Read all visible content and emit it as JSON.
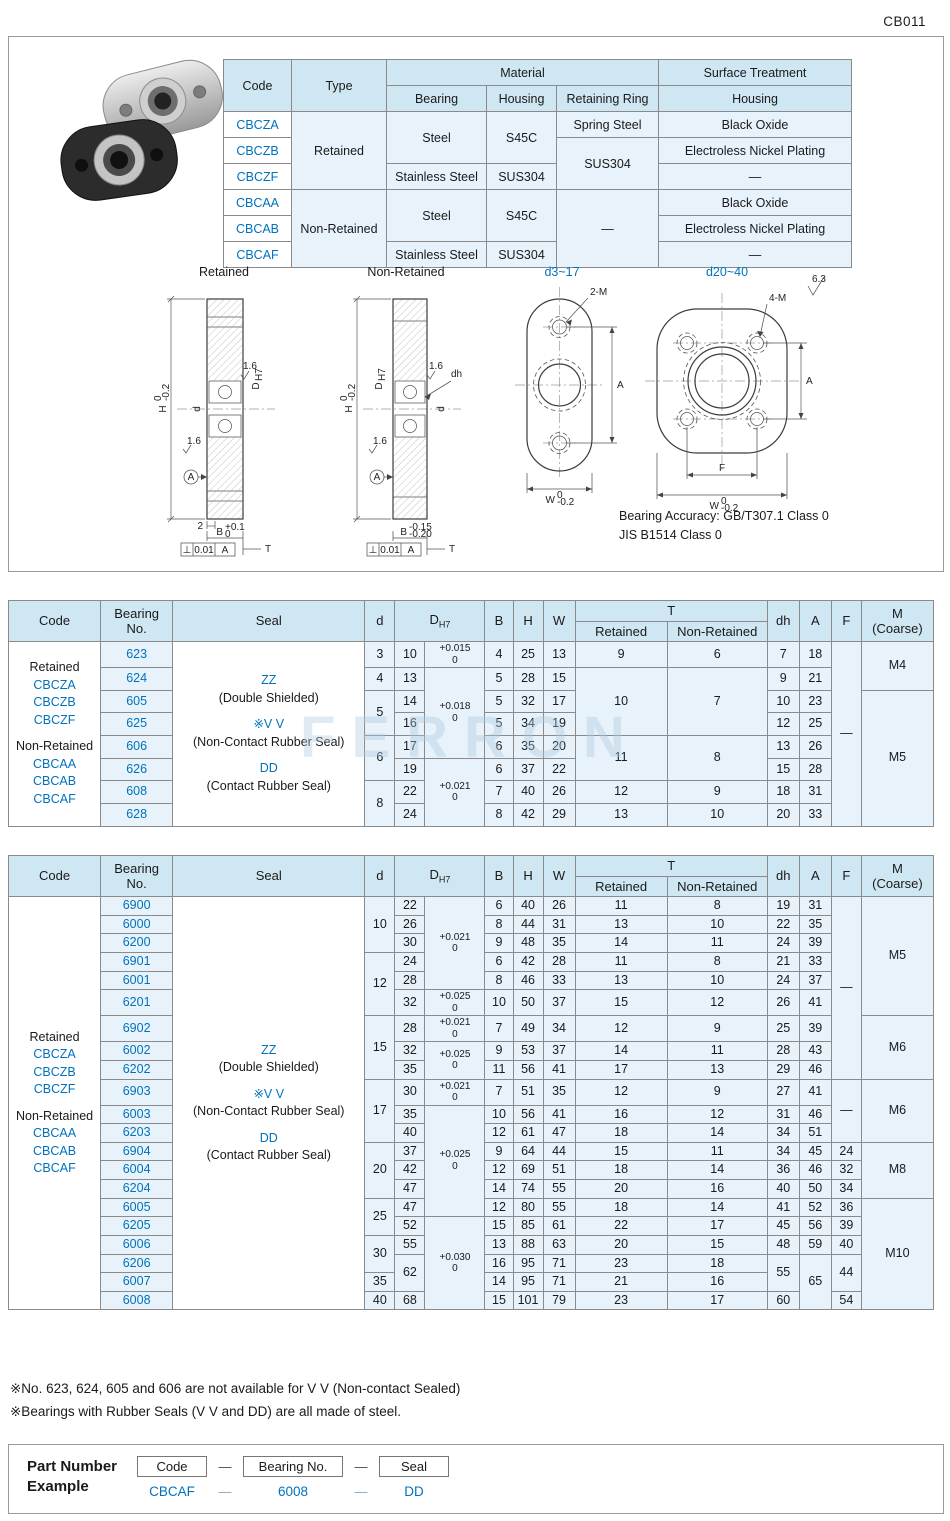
{
  "page": {
    "code": "CB011",
    "watermark": "FERRON"
  },
  "spec_table": {
    "headers": {
      "code": "Code",
      "type": "Type",
      "material": "Material",
      "bearing": "Bearing",
      "housing": "Housing",
      "retaining_ring": "Retaining Ring",
      "surface_treatment": "Surface Treatment",
      "housing2": "Housing"
    },
    "codes": [
      "CBCZA",
      "CBCZB",
      "CBCZF",
      "CBCAA",
      "CBCAB",
      "CBCAF"
    ],
    "values": {
      "retained": "Retained",
      "non_retained": "Non-Retained",
      "steel": "Steel",
      "stainless_steel": "Stainless Steel",
      "s45c": "S45C",
      "sus304": "SUS304",
      "spring_steel": "Spring Steel",
      "black_oxide": "Black Oxide",
      "enp": "Electroless Nickel Plating",
      "dash": "—"
    }
  },
  "drawings": {
    "label_retained": "Retained",
    "label_non_retained": "Non-Retained",
    "label_small": "d3~17",
    "label_large": "d20~40",
    "roughness": "6.3",
    "m2": "2-M",
    "m4": "4-M",
    "dim": {
      "H": "H",
      "H_sup": "0",
      "H_sub": "-0.2",
      "d": "d",
      "D": "D",
      "D_sub": "H7",
      "dh": "dh",
      "B": "B",
      "B1_sup": "+0.1",
      "B1_sub": "0",
      "B2_sup": "-0.15",
      "B2_sub": "-0.20",
      "T": "T",
      "two": "2",
      "A": "A",
      "F": "F",
      "W": "W",
      "W_sup": "0",
      "W_sub": "-0.2",
      "perp": "⊥",
      "runout": "0.01",
      "datum": "A",
      "r16": "1.6"
    },
    "accuracy1": "Bearing Accuracy: GB/T307.1 Class 0",
    "accuracy2": "JIS B1514 Class 0"
  },
  "dim_headers": {
    "code": "Code",
    "bearing_no": "Bearing No.",
    "seal": "Seal",
    "d": "d",
    "D_main": "D",
    "D_sub": "H7",
    "B": "B",
    "H": "H",
    "W": "W",
    "T": "T",
    "retained": "Retained",
    "non_retained": "Non-Retained",
    "dh": "dh",
    "A": "A",
    "F": "F",
    "M1": "M",
    "M2": "(Coarse)"
  },
  "dim_common": {
    "code_block": [
      {
        "t": "Retained"
      },
      {
        "t": "CBCZA",
        "cls": "blue"
      },
      {
        "t": "CBCZB",
        "cls": "blue"
      },
      {
        "t": "CBCZF",
        "cls": "blue"
      },
      {
        "t": "",
        "sp": true
      },
      {
        "t": "Non-Retained"
      },
      {
        "t": "CBCAA",
        "cls": "blue"
      },
      {
        "t": "CBCAB",
        "cls": "blue"
      },
      {
        "t": "CBCAF",
        "cls": "blue"
      }
    ],
    "seal_block": [
      {
        "t": "ZZ",
        "cls": "blue"
      },
      {
        "t": "(Double Shielded)"
      },
      {
        "t": "",
        "sp": true
      },
      {
        "t": "※V V",
        "cls": "blue"
      },
      {
        "t": "(Non-Contact Rubber Seal)"
      },
      {
        "t": "",
        "sp": true
      },
      {
        "t": "DD",
        "cls": "blue"
      },
      {
        "t": "(Contact Rubber Seal)"
      }
    ]
  },
  "table_small": {
    "rows": [
      [
        {
          "ref": "code_block",
          "rs": 8,
          "name": "code-cell"
        },
        {
          "t": "623",
          "cls": "blue"
        },
        {
          "ref": "seal_block",
          "rs": 8,
          "name": "seal-cell"
        },
        {
          "t": "3"
        },
        {
          "t": "10"
        },
        {
          "two": [
            "+0.015",
            "0"
          ]
        },
        {
          "t": "4"
        },
        {
          "t": "25"
        },
        {
          "t": "13"
        },
        {
          "t": "9"
        },
        {
          "t": "6"
        },
        {
          "t": "7"
        },
        {
          "t": "18"
        },
        {
          "t": "—",
          "rs": 8
        },
        {
          "t": "M4",
          "rs": 2
        }
      ],
      [
        {
          "t": "624",
          "cls": "blue"
        },
        {
          "t": "4"
        },
        {
          "t": "13"
        },
        {
          "two": [
            "+0.018",
            "0"
          ],
          "rs": 4
        },
        {
          "t": "5"
        },
        {
          "t": "28"
        },
        {
          "t": "15"
        },
        {
          "t": "10",
          "rs": 3
        },
        {
          "t": "7",
          "rs": 3
        },
        {
          "t": "9"
        },
        {
          "t": "21"
        }
      ],
      [
        {
          "t": "605",
          "cls": "blue"
        },
        {
          "t": "5",
          "rs": 2
        },
        {
          "t": "14"
        },
        {
          "t": "5"
        },
        {
          "t": "32"
        },
        {
          "t": "17"
        },
        {
          "t": "10"
        },
        {
          "t": "23"
        },
        {
          "t": "M5",
          "rs": 6
        }
      ],
      [
        {
          "t": "625",
          "cls": "blue"
        },
        {
          "t": "16"
        },
        {
          "t": "5"
        },
        {
          "t": "34"
        },
        {
          "t": "19"
        },
        {
          "t": "12"
        },
        {
          "t": "25"
        }
      ],
      [
        {
          "t": "606",
          "cls": "blue"
        },
        {
          "t": "6",
          "rs": 2
        },
        {
          "t": "17"
        },
        {
          "t": "6"
        },
        {
          "t": "35"
        },
        {
          "t": "20"
        },
        {
          "t": "11",
          "rs": 2
        },
        {
          "t": "8",
          "rs": 2
        },
        {
          "t": "13"
        },
        {
          "t": "26"
        }
      ],
      [
        {
          "t": "626",
          "cls": "blue"
        },
        {
          "t": "19"
        },
        {
          "two": [
            "+0.021",
            "0"
          ],
          "rs": 3
        },
        {
          "t": "6"
        },
        {
          "t": "37"
        },
        {
          "t": "22"
        },
        {
          "t": "15"
        },
        {
          "t": "28"
        }
      ],
      [
        {
          "t": "608",
          "cls": "blue"
        },
        {
          "t": "8",
          "rs": 2
        },
        {
          "t": "22"
        },
        {
          "t": "7"
        },
        {
          "t": "40"
        },
        {
          "t": "26"
        },
        {
          "t": "12"
        },
        {
          "t": "9"
        },
        {
          "t": "18"
        },
        {
          "t": "31"
        }
      ],
      [
        {
          "t": "628",
          "cls": "blue"
        },
        {
          "t": "24"
        },
        {
          "t": "8"
        },
        {
          "t": "42"
        },
        {
          "t": "29"
        },
        {
          "t": "13"
        },
        {
          "t": "10"
        },
        {
          "t": "20"
        },
        {
          "t": "33"
        }
      ]
    ]
  },
  "table_large": {
    "rows": [
      [
        {
          "ref": "code_block",
          "rs": 21,
          "name": "code-cell"
        },
        {
          "t": "6900",
          "cls": "blue"
        },
        {
          "ref": "seal_block",
          "rs": 21,
          "name": "seal-cell"
        },
        {
          "t": "10",
          "rs": 3
        },
        {
          "t": "22"
        },
        {
          "two": [
            "+0.021",
            "0"
          ],
          "rs": 5
        },
        {
          "t": "6"
        },
        {
          "t": "40"
        },
        {
          "t": "26"
        },
        {
          "t": "11"
        },
        {
          "t": "8"
        },
        {
          "t": "19"
        },
        {
          "t": "31"
        },
        {
          "t": "—",
          "rs": 9
        },
        {
          "t": "M5",
          "rs": 6
        }
      ],
      [
        {
          "t": "6000",
          "cls": "blue"
        },
        {
          "t": "26"
        },
        {
          "t": "8"
        },
        {
          "t": "44"
        },
        {
          "t": "31"
        },
        {
          "t": "13"
        },
        {
          "t": "10"
        },
        {
          "t": "22"
        },
        {
          "t": "35"
        }
      ],
      [
        {
          "t": "6200",
          "cls": "blue"
        },
        {
          "t": "30"
        },
        {
          "t": "9"
        },
        {
          "t": "48"
        },
        {
          "t": "35"
        },
        {
          "t": "14"
        },
        {
          "t": "11"
        },
        {
          "t": "24"
        },
        {
          "t": "39"
        }
      ],
      [
        {
          "t": "6901",
          "cls": "blue"
        },
        {
          "t": "12",
          "rs": 3
        },
        {
          "t": "24"
        },
        {
          "t": "6"
        },
        {
          "t": "42"
        },
        {
          "t": "28"
        },
        {
          "t": "11"
        },
        {
          "t": "8"
        },
        {
          "t": "21"
        },
        {
          "t": "33"
        }
      ],
      [
        {
          "t": "6001",
          "cls": "blue"
        },
        {
          "t": "28"
        },
        {
          "t": "8"
        },
        {
          "t": "46"
        },
        {
          "t": "33"
        },
        {
          "t": "13"
        },
        {
          "t": "10"
        },
        {
          "t": "24"
        },
        {
          "t": "37"
        }
      ],
      [
        {
          "t": "6201",
          "cls": "blue"
        },
        {
          "t": "32"
        },
        {
          "two": [
            "+0.025",
            "0"
          ]
        },
        {
          "t": "10"
        },
        {
          "t": "50"
        },
        {
          "t": "37"
        },
        {
          "t": "15"
        },
        {
          "t": "12"
        },
        {
          "t": "26"
        },
        {
          "t": "41"
        }
      ],
      [
        {
          "t": "6902",
          "cls": "blue"
        },
        {
          "t": "15",
          "rs": 3
        },
        {
          "t": "28"
        },
        {
          "two": [
            "+0.021",
            "0"
          ]
        },
        {
          "t": "7"
        },
        {
          "t": "49"
        },
        {
          "t": "34"
        },
        {
          "t": "12"
        },
        {
          "t": "9"
        },
        {
          "t": "25"
        },
        {
          "t": "39"
        },
        {
          "t": "M6",
          "rs": 3
        }
      ],
      [
        {
          "t": "6002",
          "cls": "blue"
        },
        {
          "t": "32"
        },
        {
          "two": [
            "+0.025",
            "0"
          ],
          "rs": 2
        },
        {
          "t": "9"
        },
        {
          "t": "53"
        },
        {
          "t": "37"
        },
        {
          "t": "14"
        },
        {
          "t": "11"
        },
        {
          "t": "28"
        },
        {
          "t": "43"
        }
      ],
      [
        {
          "t": "6202",
          "cls": "blue"
        },
        {
          "t": "35"
        },
        {
          "t": "11"
        },
        {
          "t": "56"
        },
        {
          "t": "41"
        },
        {
          "t": "17"
        },
        {
          "t": "13"
        },
        {
          "t": "29"
        },
        {
          "t": "46"
        }
      ],
      [
        {
          "t": "6903",
          "cls": "blue"
        },
        {
          "t": "17",
          "rs": 3
        },
        {
          "t": "30"
        },
        {
          "two": [
            "+0.021",
            "0"
          ]
        },
        {
          "t": "7"
        },
        {
          "t": "51"
        },
        {
          "t": "35"
        },
        {
          "t": "12"
        },
        {
          "t": "9"
        },
        {
          "t": "27"
        },
        {
          "t": "41"
        },
        {
          "t": "—",
          "rs": 3
        },
        {
          "t": "M6",
          "rs": 3
        }
      ],
      [
        {
          "t": "6003",
          "cls": "blue"
        },
        {
          "t": "35"
        },
        {
          "two": [
            "+0.025",
            "0"
          ],
          "rs": 6
        },
        {
          "t": "10"
        },
        {
          "t": "56"
        },
        {
          "t": "41"
        },
        {
          "t": "16"
        },
        {
          "t": "12"
        },
        {
          "t": "31"
        },
        {
          "t": "46"
        }
      ],
      [
        {
          "t": "6203",
          "cls": "blue"
        },
        {
          "t": "40"
        },
        {
          "t": "12"
        },
        {
          "t": "61"
        },
        {
          "t": "47"
        },
        {
          "t": "18"
        },
        {
          "t": "14"
        },
        {
          "t": "34"
        },
        {
          "t": "51"
        }
      ],
      [
        {
          "t": "6904",
          "cls": "blue"
        },
        {
          "t": "20",
          "rs": 3
        },
        {
          "t": "37"
        },
        {
          "t": "9"
        },
        {
          "t": "64"
        },
        {
          "t": "44"
        },
        {
          "t": "15"
        },
        {
          "t": "11"
        },
        {
          "t": "34"
        },
        {
          "t": "45"
        },
        {
          "t": "24"
        },
        {
          "t": "M8",
          "rs": 3
        }
      ],
      [
        {
          "t": "6004",
          "cls": "blue"
        },
        {
          "t": "42"
        },
        {
          "t": "12"
        },
        {
          "t": "69"
        },
        {
          "t": "51"
        },
        {
          "t": "18"
        },
        {
          "t": "14"
        },
        {
          "t": "36"
        },
        {
          "t": "46"
        },
        {
          "t": "32"
        }
      ],
      [
        {
          "t": "6204",
          "cls": "blue"
        },
        {
          "t": "47"
        },
        {
          "t": "14"
        },
        {
          "t": "74"
        },
        {
          "t": "55"
        },
        {
          "t": "20"
        },
        {
          "t": "16"
        },
        {
          "t": "40"
        },
        {
          "t": "50"
        },
        {
          "t": "34"
        }
      ],
      [
        {
          "t": "6005",
          "cls": "blue"
        },
        {
          "t": "25",
          "rs": 2
        },
        {
          "t": "47"
        },
        {
          "t": "12"
        },
        {
          "t": "80"
        },
        {
          "t": "55"
        },
        {
          "t": "18"
        },
        {
          "t": "14"
        },
        {
          "t": "41"
        },
        {
          "t": "52"
        },
        {
          "t": "36"
        },
        {
          "t": "M10",
          "rs": 6
        }
      ],
      [
        {
          "t": "6205",
          "cls": "blue"
        },
        {
          "t": "52"
        },
        {
          "two": [
            "+0.030",
            "0"
          ],
          "rs": 5
        },
        {
          "t": "15"
        },
        {
          "t": "85"
        },
        {
          "t": "61"
        },
        {
          "t": "22"
        },
        {
          "t": "17"
        },
        {
          "t": "45"
        },
        {
          "t": "56"
        },
        {
          "t": "39"
        }
      ],
      [
        {
          "t": "6006",
          "cls": "blue"
        },
        {
          "t": "30",
          "rs": 2
        },
        {
          "t": "55"
        },
        {
          "t": "13"
        },
        {
          "t": "88"
        },
        {
          "t": "63"
        },
        {
          "t": "20"
        },
        {
          "t": "15"
        },
        {
          "t": "48"
        },
        {
          "t": "59"
        },
        {
          "t": "40"
        }
      ],
      [
        {
          "t": "6206",
          "cls": "blue"
        },
        {
          "t": "62",
          "rs": 2
        },
        {
          "t": "16"
        },
        {
          "t": "95"
        },
        {
          "t": "71"
        },
        {
          "t": "23"
        },
        {
          "t": "18"
        },
        {
          "t": "55",
          "rs": 2
        },
        {
          "t": "65",
          "rs": 3
        },
        {
          "t": "44",
          "rs": 2
        }
      ],
      [
        {
          "t": "6007",
          "cls": "blue"
        },
        {
          "t": "35"
        },
        {
          "t": "14"
        },
        {
          "t": "95"
        },
        {
          "t": "71"
        },
        {
          "t": "21"
        },
        {
          "t": "16"
        }
      ],
      [
        {
          "t": "6008",
          "cls": "blue"
        },
        {
          "t": "40"
        },
        {
          "t": "68"
        },
        {
          "t": "15"
        },
        {
          "t": "101"
        },
        {
          "t": "79"
        },
        {
          "t": "23"
        },
        {
          "t": "17"
        },
        {
          "t": "60"
        },
        {
          "t": "54"
        }
      ]
    ]
  },
  "notes": [
    "※No. 623, 624, 605 and 606 are not available for V V (Non-contact Sealed)",
    "※Bearings with Rubber Seals (V V and DD) are all made of steel."
  ],
  "part_number": {
    "label1": "Part Number",
    "label2": "Example",
    "box_code": "Code",
    "box_bearing": "Bearing No.",
    "box_seal": "Seal",
    "dash": "—",
    "value_code": "CBCAF",
    "value_bearing": "6008",
    "value_seal": "DD"
  }
}
